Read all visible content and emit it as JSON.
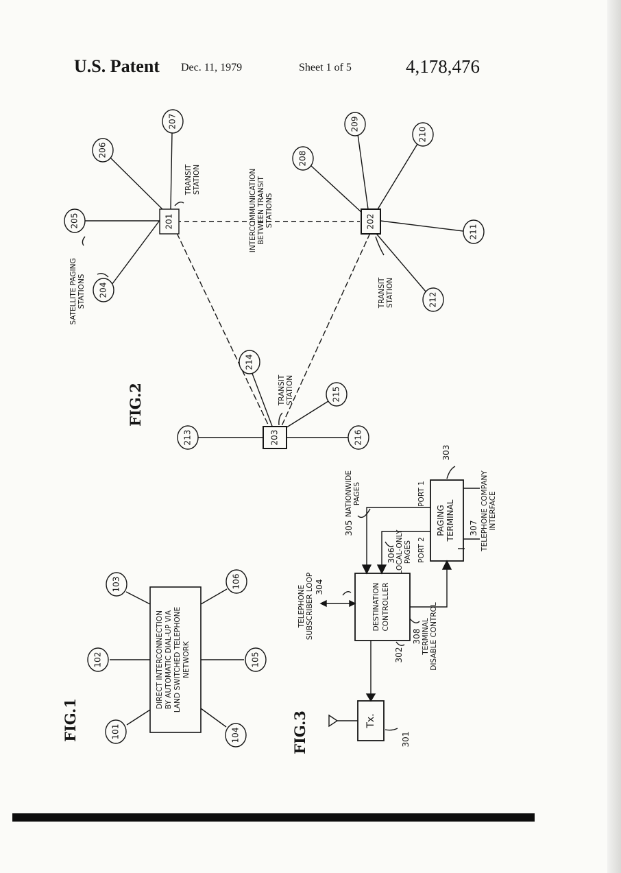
{
  "header": {
    "title": "U.S. Patent",
    "date": "Dec. 11, 1979",
    "sheet": "Sheet 1 of 5",
    "patent_number": "4,178,476"
  },
  "fig1": {
    "label": "FIG.1",
    "box_lines": [
      "DIRECT INTERCONNECTION",
      "BY AUTOMATIC DIAL-UP VIA",
      "LAND SWITCHED TELEPHONE",
      "NETWORK"
    ],
    "nodes": [
      "101",
      "102",
      "103",
      "104",
      "105",
      "106"
    ]
  },
  "fig2": {
    "label": "FIG.2",
    "stations": [
      "201",
      "202",
      "203"
    ],
    "satellites": [
      "204",
      "205",
      "206",
      "207",
      "208",
      "209",
      "210",
      "211",
      "212",
      "213",
      "214",
      "215",
      "216"
    ],
    "transit_station_label": [
      "TRANSIT",
      "STATION"
    ],
    "satellite_label": [
      "SATELLITE PAGING",
      "STATIONS"
    ],
    "intercommunication_label": [
      "INTERCOMMUNICATION",
      "BETWEEN TRANSIT",
      "STATIONS"
    ]
  },
  "fig3": {
    "label": "FIG.3",
    "tx_label": "Tx.",
    "tx_ref": "301",
    "controller_lines": [
      "DESTINATION",
      "CONTROLLER"
    ],
    "controller_ref": "302",
    "terminal_lines": [
      "PAGING",
      "TERMINAL"
    ],
    "terminal_ref": "303",
    "loop_label": [
      "TELEPHONE",
      "SUBSCRIBER LOOP"
    ],
    "loop_ref": "304",
    "nationwide_ref": "305",
    "nationwide_label": [
      "NATIONWIDE",
      "PAGES"
    ],
    "local_ref": "306",
    "local_label": [
      "LOCAL-ONLY",
      "PAGES"
    ],
    "interface_ref": "307",
    "interface_label": [
      "TELEPHONE COMPANY",
      "INTERFACE"
    ],
    "disable_ref": "308",
    "disable_label": [
      "TERMINAL",
      "DISABLE CONTROL"
    ],
    "port1": "PORT 1",
    "port2": "PORT 2"
  }
}
